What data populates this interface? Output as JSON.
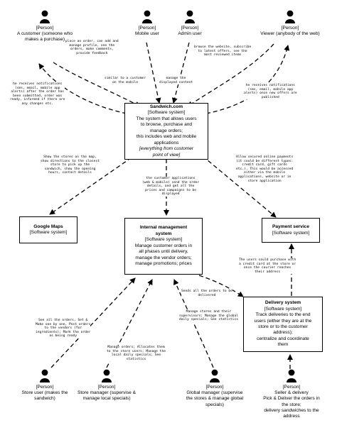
{
  "people": [
    {
      "id": "customer",
      "tag": "[Person]",
      "lines": [
        "A customer (someone who",
        "makes a purchase)"
      ]
    },
    {
      "id": "mobile-user",
      "tag": "[Person]",
      "lines": [
        "Mobile user"
      ]
    },
    {
      "id": "admin-user",
      "tag": "[Person]",
      "lines": [
        "Admin user"
      ]
    },
    {
      "id": "viewer",
      "tag": "[Person]",
      "lines": [
        "Viewer (anybody of the web)"
      ]
    },
    {
      "id": "store-user",
      "tag": "[Person]",
      "lines": [
        "Store user (makes the",
        "sandwich)"
      ]
    },
    {
      "id": "store-manager",
      "tag": "[Person]",
      "lines": [
        "Store manager (supervise &",
        "manage local specials)"
      ]
    },
    {
      "id": "global-manager",
      "tag": "[Person]",
      "lines": [
        "Global manager (supervise",
        "the stores & manage global",
        "specials)"
      ]
    },
    {
      "id": "seller",
      "tag": "[Person]",
      "lines": [
        "Seller & delivery",
        "Pick & Deliver the orders in",
        "the store;",
        "delivery sandwiches to the",
        "address"
      ]
    }
  ],
  "systems": {
    "sandwich": {
      "title": "Sandwich.com",
      "type": "[Software system]",
      "lines": [
        "The system that allows users",
        "to browse, purchase and",
        "manage orders;",
        "this includes web and mobile",
        "applications"
      ],
      "italic": [
        "[everything from customer",
        "point of view]"
      ]
    },
    "google_maps": {
      "title": "Google Maps",
      "type": "[Software system]",
      "lines": [],
      "italic": []
    },
    "internal": {
      "title": "Internal management",
      "type": "[Software system]",
      "title2": "system",
      "lines": [
        "Manage customer orders in",
        "all phases until delivery,",
        "manage the vendor orders;",
        "manage promotions; prices"
      ],
      "italic": []
    },
    "payment": {
      "title": "Payment service",
      "type": "[Software system]",
      "lines": [],
      "italic": []
    },
    "delivery": {
      "title": "Delivery system",
      "type": "[Software system]",
      "lines": [
        "Track deliveries to the end",
        "users (either they are at the",
        "store or to the customer",
        "address);",
        "centralize and coordinate",
        "them"
      ],
      "italic": []
    }
  },
  "edge_labels": {
    "customer_place": [
      "place an order, can add and",
      "manage profile, see the",
      "orders, make comments,",
      "provide feedback"
    ],
    "mobile_similar": [
      "similar to a customer",
      "on the mobile"
    ],
    "admin_manage": [
      "manage the",
      "displayed content"
    ],
    "viewer_browse": [
      "browse the website, subscribe",
      "to latest offers, see the",
      "most reviewed items"
    ],
    "customer_notif": [
      "he receives notifications",
      "(sms, email, mobile app",
      "alerts) after the order has",
      "been submitted, order was",
      "ready, informed if there are",
      "any changes etc."
    ],
    "viewer_notif": [
      "he receives notifications",
      "(sms, email, mobile app",
      "alerts) once new offers are",
      "published"
    ],
    "maps_show": [
      "Show the stores on the map,",
      "show directions to the closest",
      "store to pick up the",
      "sandwich, show the opening",
      "hours, contact details"
    ],
    "payment_secured": [
      "Allow secured online payments",
      "(it could be different types:",
      "credit card, gift cards",
      "etc.). This would be accessed",
      "either via the mobile",
      "applications, website or in",
      "store application"
    ],
    "internal_apps": [
      "the customer applications",
      "(web & mobile) send the order",
      "details, and get all the",
      "prices and campaigns to be",
      "displayed"
    ],
    "delivery_purchase": [
      "The users could purchase with",
      "a credit card at the store or",
      "once the courier reaches",
      "their address"
    ],
    "sends_orders": [
      "Sends all the orders to be",
      "delivered"
    ],
    "store_user_see": [
      "See all the orders, Set &",
      "Make one by one, Post orders",
      "to the vendors (for",
      "ingredients); Mark the order",
      "as being ready"
    ],
    "store_manager_manage": [
      "Manage orders; Allocates them",
      "to the store users; Manage the",
      "local daily specials; See",
      "statistics"
    ],
    "global_manage": [
      "Manage stores and their",
      "supervisors; Manage the global",
      "daily specials; See statistics"
    ]
  },
  "colors": {
    "stroke": "#000000",
    "background": "#ffffff"
  }
}
